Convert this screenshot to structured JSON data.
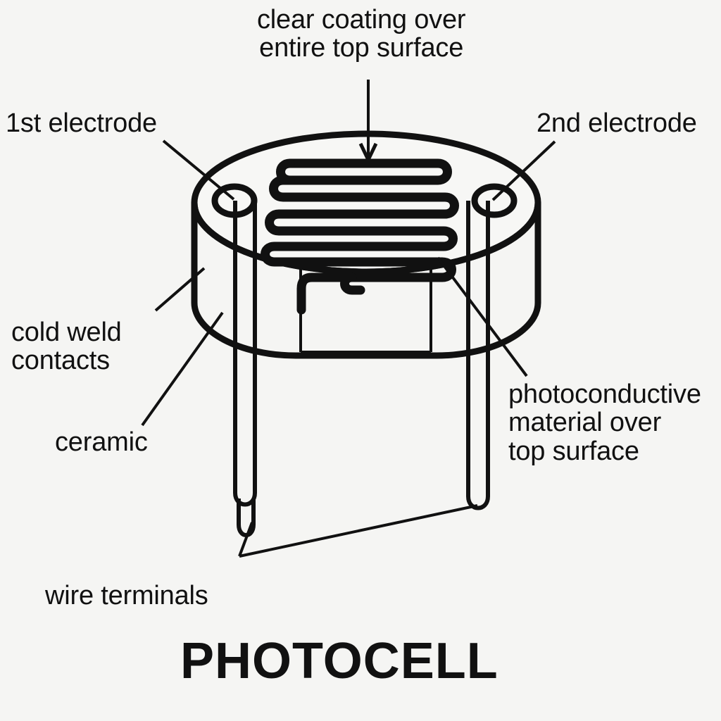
{
  "diagram": {
    "title": "PHOTOCELL",
    "background_color": "#f5f5f3",
    "ink_color": "#111111",
    "labels": {
      "clear_coating": "clear coating over\nentire top surface",
      "first_electrode": "1st electrode",
      "second_electrode": "2nd electrode",
      "cold_weld_contacts": "cold weld\ncontacts",
      "ceramic": "ceramic",
      "photoconductive": "photoconductive\nmaterial over\ntop surface",
      "wire_terminals": "wire terminals"
    },
    "parts": {
      "top_surface": "top-ellipse",
      "serpentine_rows": 6,
      "electrode_holes": 2,
      "wire_terminals": 2,
      "ceramic_body": "cylindrical-body"
    }
  }
}
